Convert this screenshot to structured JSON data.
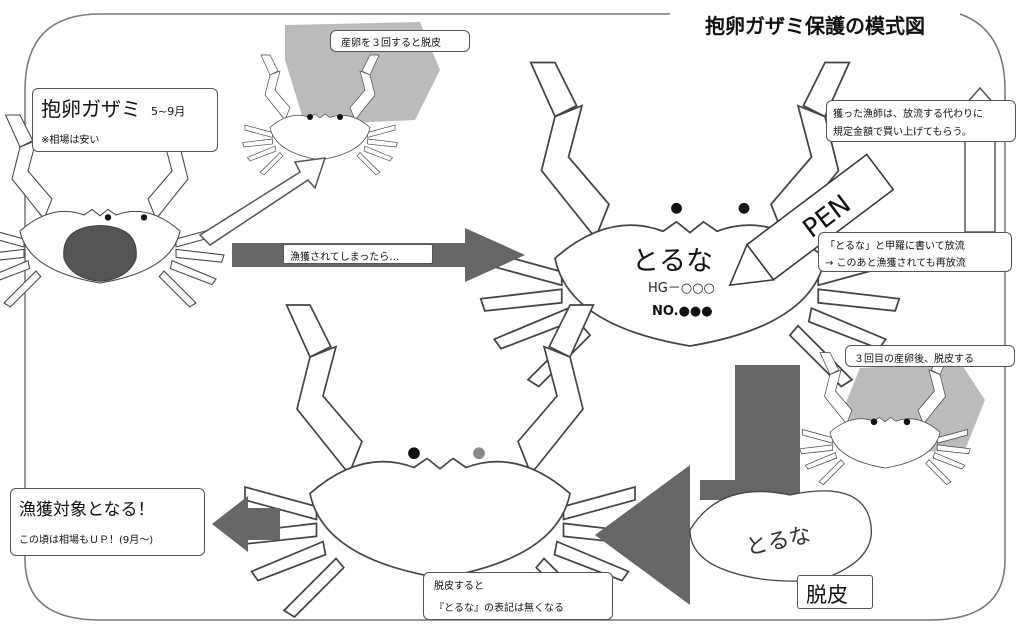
{
  "title": "抱卵ガザミ保護の模式図",
  "hold_box": {
    "main": "抱卵ガザミ",
    "period": "5~9月",
    "note": "※相場は安い"
  },
  "spawn_box": "産卵を３回すると脱皮",
  "caught_arrow_label": "漁獲されてしまったら…",
  "fisher_box": {
    "line1": "獲った漁師は、放流する代わりに",
    "line2": "規定金額で買い上げてもらう。"
  },
  "mark_box": {
    "line1": "「とるな」と甲羅に書いて放流",
    "line2": "→ このあと漁獲されても再放流"
  },
  "pen_label": "PEN",
  "carapace": {
    "word": "とるな",
    "code": "HG－○○○",
    "no": "NO.●●●"
  },
  "third_spawn_box": "３回目の産卵後、脱皮する",
  "molt_label": "脱皮",
  "molt_shell_text": "とるな",
  "target_box": {
    "line1": "漁獲対象となる！",
    "line2": "この頃は相場もＵＰ！(9月～)"
  },
  "erase_box": {
    "line1": "脱皮すると",
    "line2": "『とるな』の表記は無くなる"
  }
}
